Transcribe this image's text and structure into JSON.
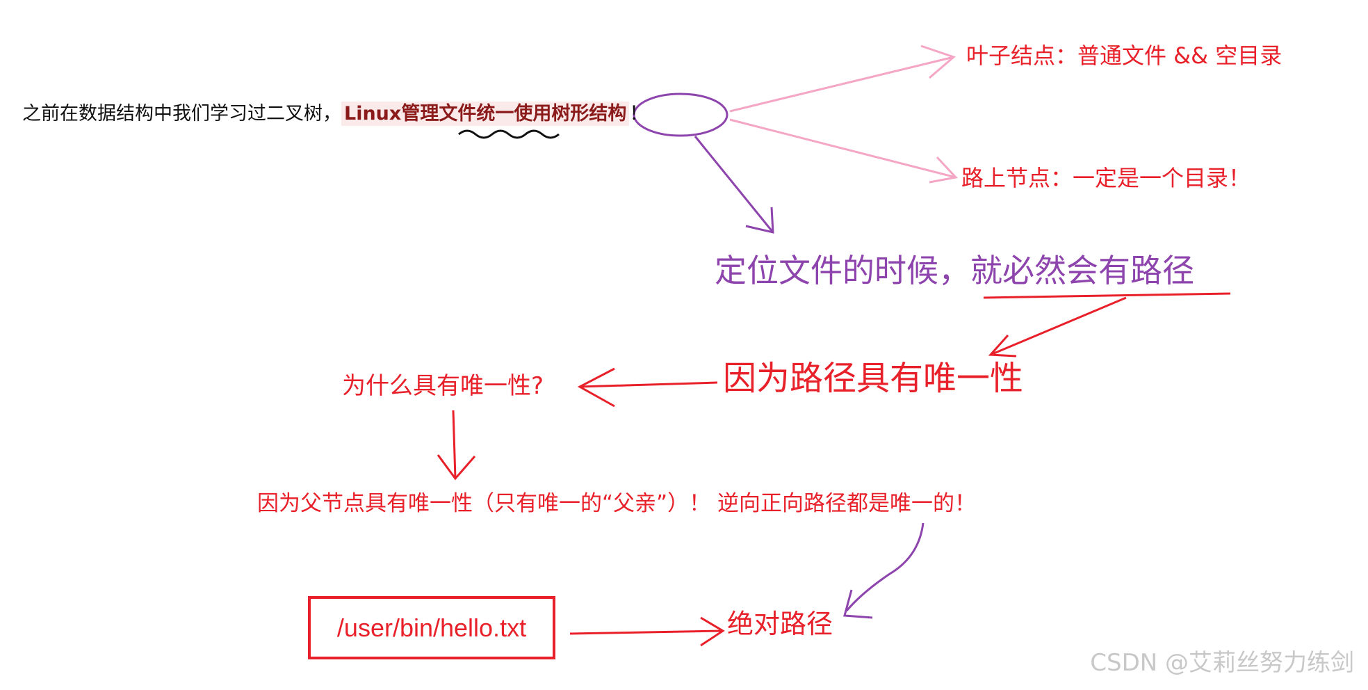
{
  "intro": {
    "prefix": "之前在数据结构中我们学习过二叉树，",
    "highlight": "Linux管理文件统一使用树形结构",
    "suffix": "！"
  },
  "branches": {
    "leaf": "叶子结点：普通文件 && 空目录",
    "path_node": "路上节点：一定是一个目录！"
  },
  "locate": "定位文件的时候，就必然会有路径",
  "unique": "因为路径具有唯一性",
  "why": "为什么具有唯一性?",
  "parent": "因为父节点具有唯一性（只有唯一的“父亲”）！ 逆向正向路径都是唯一的！",
  "example_path": "/user/bin/hello.txt",
  "absolute_path": "绝对路径",
  "watermark": "CSDN @艾莉丝努力练剑",
  "colors": {
    "red": "#e8202a",
    "purple": "#8e44ad",
    "pink": "#f4a6c4",
    "dark_red": "#8b1a1a",
    "ink": "#111111"
  }
}
